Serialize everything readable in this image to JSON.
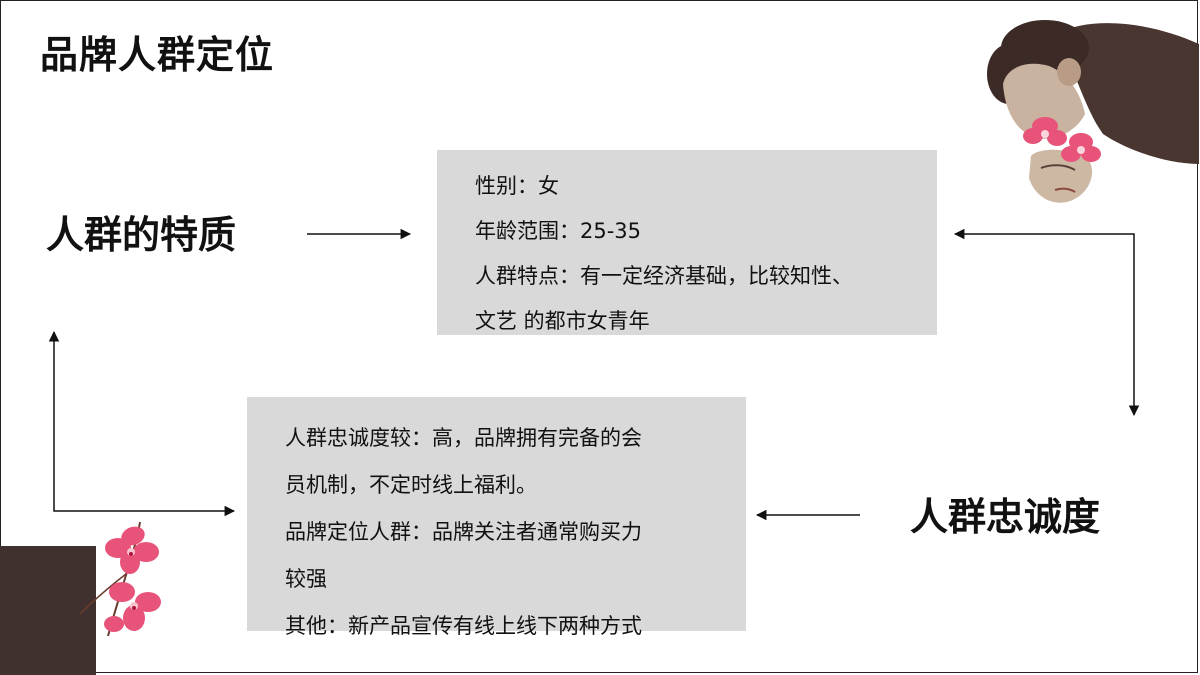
{
  "slide": {
    "title": "品牌人群定位",
    "traits_heading": "人群的特质",
    "loyalty_heading": "人群忠诚度"
  },
  "traits_box": {
    "lines": [
      "性别：女",
      "年龄范围：25-35",
      "人群特点：有一定经济基础，比较知性、",
      "文艺 的都市女青年"
    ]
  },
  "loyalty_box": {
    "lines": [
      "人群忠诚度较：高，品牌拥有完备的会",
      "员机制，不定时线上福利。",
      "品牌定位人群：品牌关注者通常购买力",
      "较强",
      "其他：新产品宣传有线上线下两种方式"
    ]
  },
  "colors": {
    "box_bg": "#d9d9d9",
    "dark_block": "#40312f",
    "orchid_pink": "#e8537a"
  },
  "decorations": {
    "top_right": "woman-portrait-with-orchid-collage",
    "bottom_left": "orchid-flower-icon"
  }
}
